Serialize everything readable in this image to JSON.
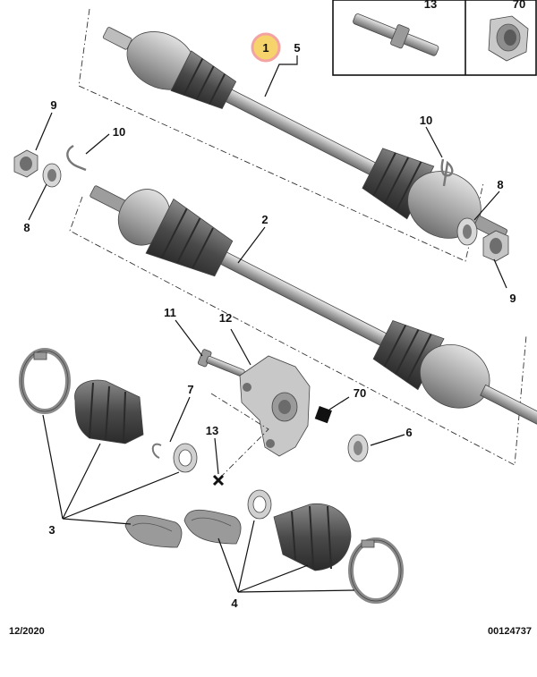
{
  "callouts": {
    "c1": "1",
    "c5": "5",
    "c13": "13",
    "c70_inset": "70",
    "c9_left": "9",
    "c10_left": "10",
    "c8_left": "8",
    "c10_right": "10",
    "c8_right": "8",
    "c9_right": "9",
    "c2": "2",
    "c11": "11",
    "c12": "12",
    "c7": "7",
    "c70": "70",
    "c13_low": "13",
    "c6": "6",
    "c3": "3",
    "c4": "4"
  },
  "footer": {
    "date": "12/2020",
    "ref": "00124737"
  },
  "colors": {
    "highlight": "#f6d36b",
    "highlight_ring": "#f4a3a3",
    "metal": "#b9b9b9",
    "rubber": "#4a4a4a"
  }
}
